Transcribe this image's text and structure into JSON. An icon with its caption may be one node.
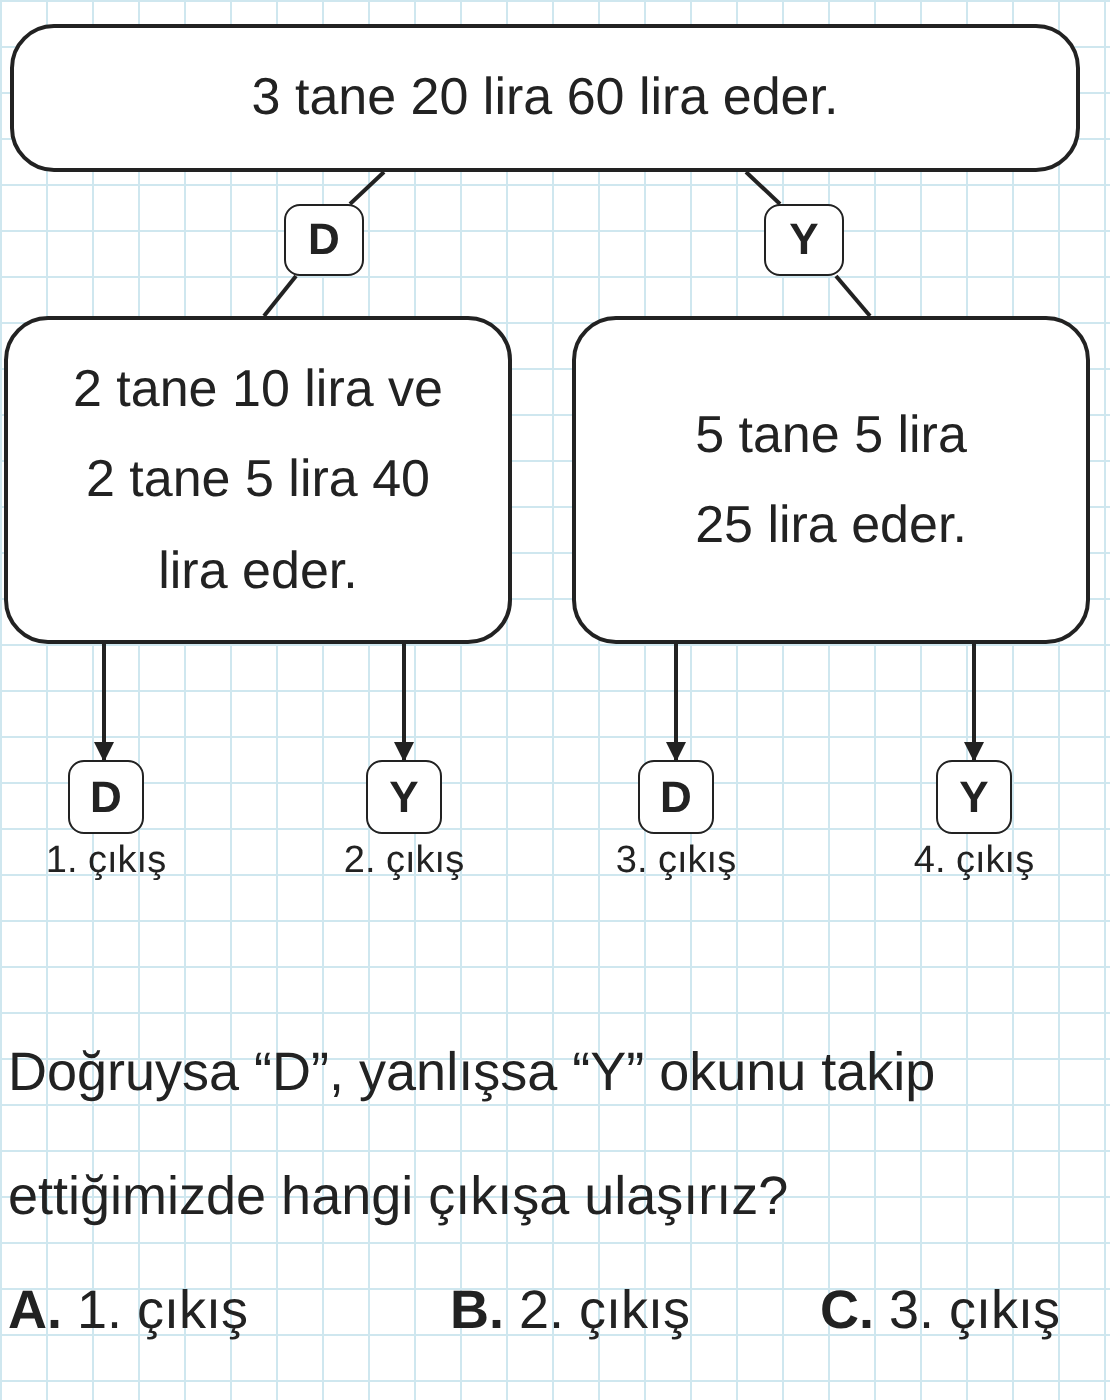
{
  "diagram": {
    "nodes": [
      {
        "text": [
          "3 tane 20 lira 60 lira eder."
        ]
      },
      {
        "text": [
          "D"
        ]
      },
      {
        "text": [
          "Y"
        ]
      },
      {
        "text": [
          "2 tane 10 lira ve 2 tane 5 lira 40 lira eder."
        ]
      },
      {
        "text": [
          "5 tane 5 lira 25 lira eder."
        ]
      },
      {
        "text": [
          "D"
        ],
        "beside": [
          "1. çıkış"
        ]
      },
      {
        "text": [
          "Y"
        ],
        "beside": [
          "2. çıkış"
        ]
      },
      {
        "text": [
          "D"
        ],
        "beside": [
          "3. çıkış"
        ]
      },
      {
        "text": [
          "Y"
        ],
        "beside": [
          "4. çıkış"
        ]
      }
    ],
    "edges": [
      {
        "from": 0,
        "to": 1,
        "arrow": "none"
      },
      {
        "from": 1,
        "to": 3,
        "arrow": "none"
      },
      {
        "from": 0,
        "to": 2,
        "arrow": "none"
      },
      {
        "from": 2,
        "to": 4,
        "arrow": "none"
      },
      {
        "from": 3,
        "to": 5,
        "arrow": "to"
      },
      {
        "from": 3,
        "to": 6,
        "arrow": "to"
      },
      {
        "from": 4,
        "to": 7,
        "arrow": "to"
      },
      {
        "from": 4,
        "to": 8,
        "arrow": "to"
      }
    ],
    "labels": [
      "Doğruysa “D”, yanlışsa “Y” okunu takip ettiğimizde hangi çıkışa ulaşırız?",
      "**A.** 1. çıkış",
      "**B.** 2. çıkış",
      "**C.** 3. çıkış"
    ]
  }
}
